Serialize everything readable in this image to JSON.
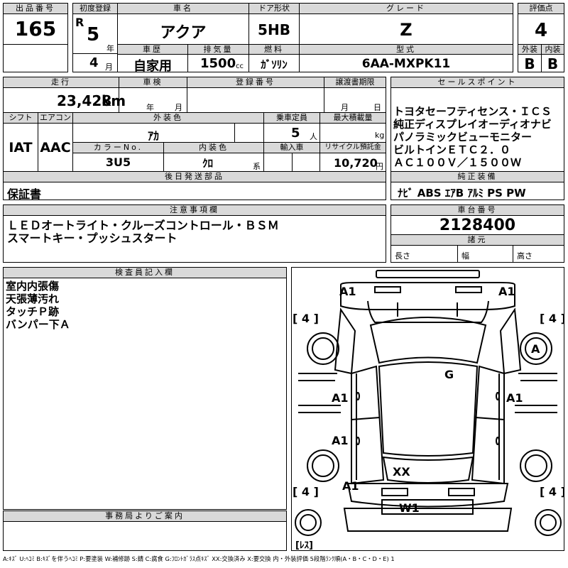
{
  "header_labels": {
    "lot": "出品番号",
    "first_reg": "初度登録",
    "car_name": "車名",
    "door": "ドア形状",
    "grade": "グレード",
    "score": "評価点",
    "history": "車歴",
    "displacement": "排気量",
    "fuel": "燃料",
    "model": "型式",
    "exterior": "外装",
    "interior": "内装",
    "mileage": "走行",
    "inspection": "車検",
    "reg_no": "登録番号",
    "transfer_doc": "譲渡書期限",
    "sales_points": "セールスポイント",
    "shift": "シフト",
    "ac": "エアコン",
    "ext_color": "外装色",
    "capacity": "乗車定員",
    "max_load": "最大積載量",
    "color_no": "カラーNo.",
    "int_color": "内装色",
    "import": "輸入車",
    "recycle": "リサイクル預託金",
    "later_parts": "後日発送部品",
    "genuine": "純正装備",
    "caution": "注意事項欄",
    "chassis_no": "車台番号",
    "specs": "諸元",
    "inspector": "検査員記入欄",
    "office": "事務局よりご案内"
  },
  "units": {
    "year": "年",
    "month": "月",
    "cc": "cc",
    "km": "km",
    "persons": "人",
    "kg": "kg",
    "yen": "円",
    "kei": "系"
  },
  "vehicle": {
    "lot_no": "165",
    "era": "R",
    "reg_year": "5",
    "reg_month": "4",
    "car_name": "アクア",
    "door": "5HB",
    "grade": "Z",
    "score": "4",
    "history": "自家用",
    "displacement": "1500",
    "fuel": "ｶﾞｿﾘﾝ",
    "model": "6AA-MXPK11",
    "exterior_score": "B",
    "interior_score": "B",
    "mileage": "23,428",
    "shift": "IAT",
    "ac": "AAC",
    "ext_color": "ｱｶ",
    "capacity": "5",
    "color_no": "3U5",
    "int_color": "ｸﾛ",
    "recycle": "10,720",
    "later_parts": "保証書",
    "genuine": "ﾅﾋﾞ ABS ｴｱB ｱﾙﾐ PS PW",
    "chassis_no": "2128400"
  },
  "sales_points": [
    "トヨタセーフティセンス・ＩＣＳ",
    "純正ディスプレイオーディオナビ",
    "パノラミックビューモニター",
    "ビルトインＥＴＣ２．０",
    "ＡＣ１００Ｖ／１５００Ｗ"
  ],
  "caution": [
    "ＬＥＤオートライト・クルーズコントロール・ＢＳＭ",
    "スマートキー・プッシュスタート"
  ],
  "specs_labels": {
    "length": "長さ",
    "width": "幅",
    "height": "高さ"
  },
  "inspector_notes": [
    "室内内張傷",
    "天張薄汚れ",
    "タッチＰ跡",
    "バンパー下Ａ"
  ],
  "diagram": {
    "marks": {
      "top_left": "A1",
      "top_right": "A1",
      "right_front_tire": "A",
      "roof": "G",
      "left_front_door": "A1",
      "right_front_door": "A1",
      "left_rear_door": "A1",
      "rear_bumper_left": "A1",
      "rear_glass": "XX",
      "rear_bumper": "W1"
    },
    "tread": {
      "fl": "[ 4 ]",
      "fr": "[ 4 ]",
      "rl": "[ 4 ]",
      "rr": "[ 4 ]",
      "spare": "[ﾚｽ]"
    }
  },
  "legend": "A:ｷｽﾞ U:ﾍｺﾐ B:ｷｽﾞを伴うﾍｺﾐ P:要塗装 W:補修跡 S:錆 C:腐食 G:ﾌﾛﾝﾄｶﾞﾗｽ点ｷｽﾞ XX:交換済み X:要交換 内・外装評価 5段階ﾗﾝｸ順(A・B・C・D・E) 1"
}
